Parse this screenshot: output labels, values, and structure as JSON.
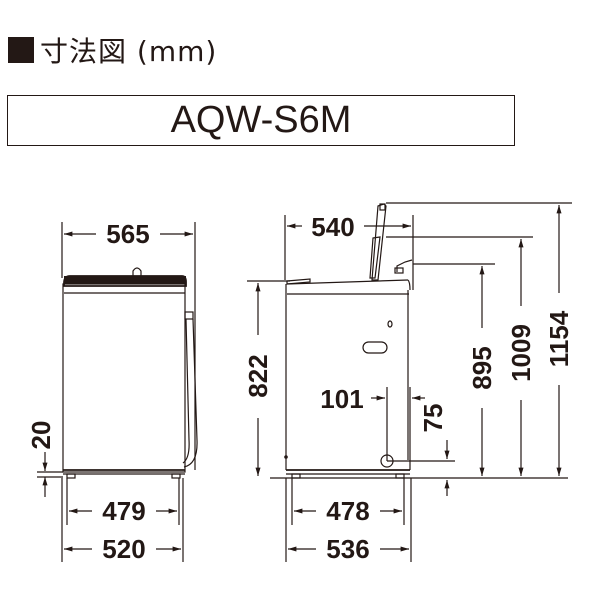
{
  "header": {
    "title": "寸法図 (mm)",
    "bullet_icon": "black-square"
  },
  "model": {
    "name": "AQW-S6M"
  },
  "front_view": {
    "width_top": "565",
    "foot_height": "20",
    "foot_span": "479",
    "base_width": "520"
  },
  "side_view": {
    "depth_top": "540",
    "body_height": "822",
    "drain_offset_h": "101",
    "drain_height": "75",
    "lid_open_low": "895",
    "lid_open_mid": "1009",
    "lid_open_full": "1154",
    "foot_span": "478",
    "base_depth": "536"
  },
  "colors": {
    "ink": "#231815",
    "background": "#ffffff"
  }
}
